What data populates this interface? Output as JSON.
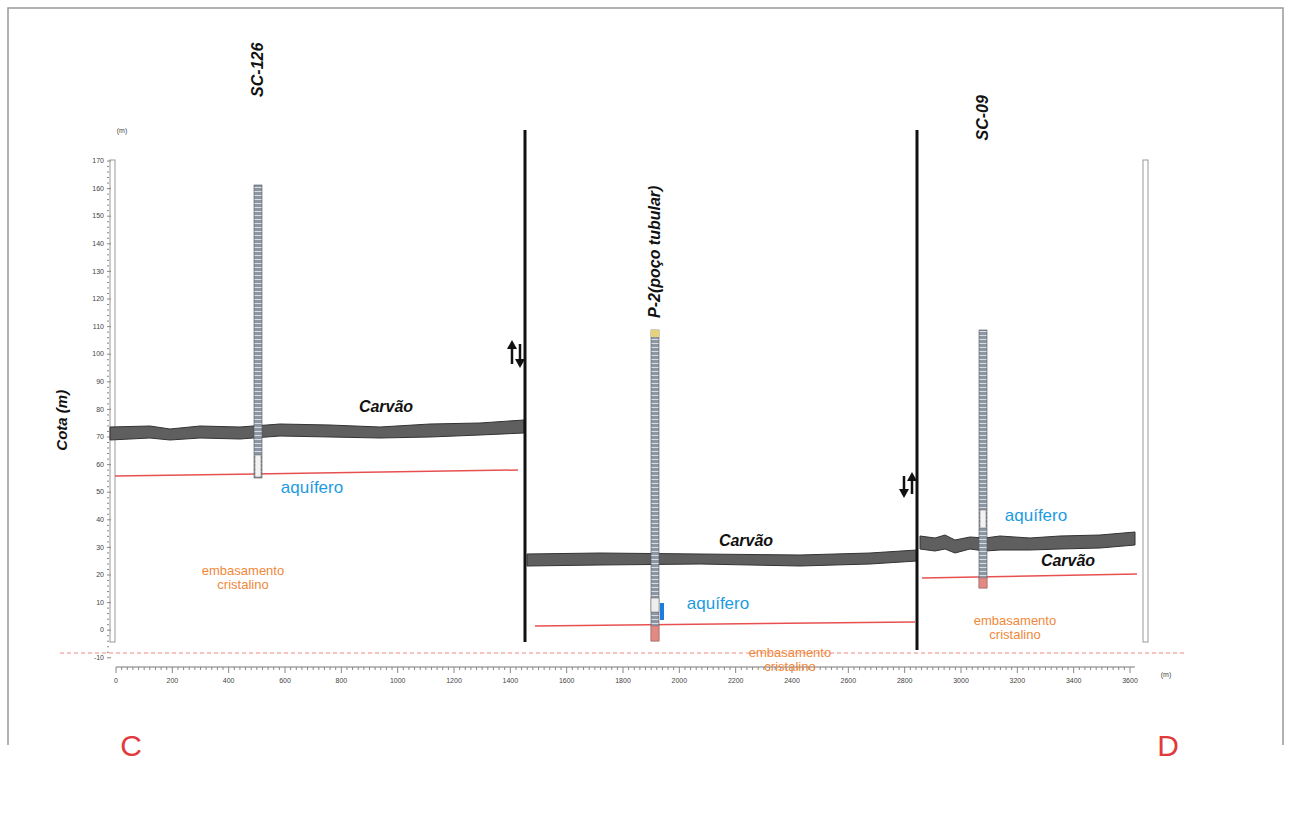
{
  "diagram": {
    "labels": [
      "SC-126",
      "P-2(poço tubular)",
      "SC-09",
      "Cota (m)",
      "(m)",
      "170",
      "160",
      "150",
      "140",
      "130",
      "120",
      "110",
      "100",
      "90",
      "80",
      "70",
      "60",
      "50",
      "40",
      "30",
      "20",
      "10",
      "0",
      "-10",
      "(m)",
      "0",
      "200",
      "400",
      "600",
      "800",
      "1000",
      "1200",
      "1400",
      "1600",
      "1800",
      "2000",
      "2200",
      "2400",
      "2600",
      "2800",
      "3000",
      "3200",
      "3400",
      "3600",
      "Carvão",
      "Carvão",
      "Carvão",
      "aquífero",
      "aquífero",
      "aquífero",
      "embasamento cristalino",
      "embasamento cristalino",
      "embasamento cristalino",
      "C",
      "D"
    ]
  }
}
